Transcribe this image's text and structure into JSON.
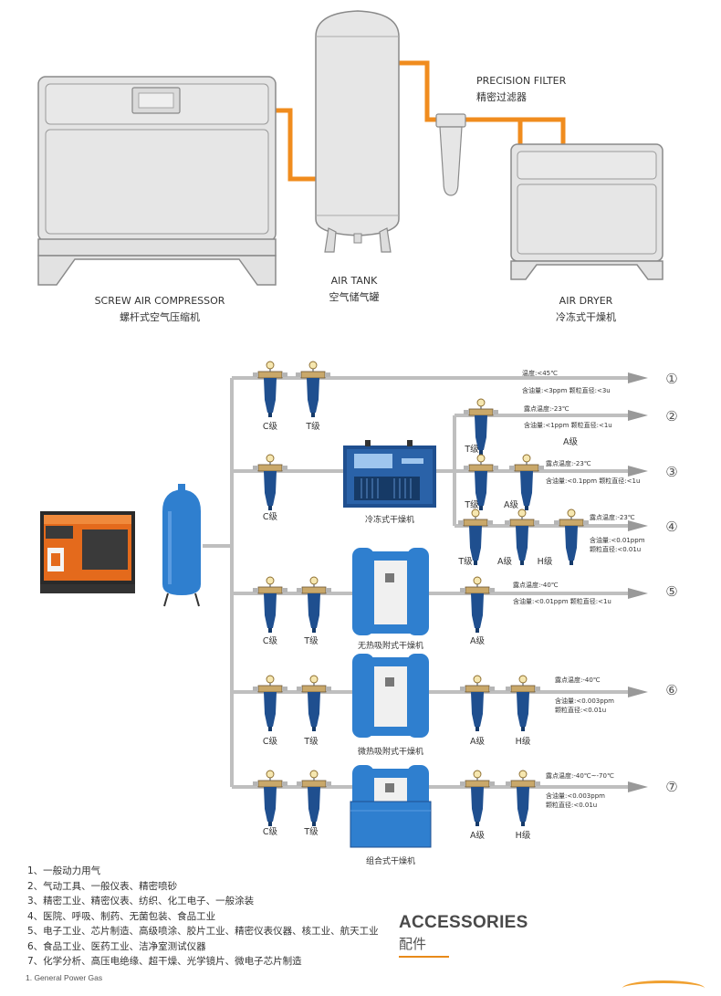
{
  "top_system": {
    "compressor": {
      "en": "SCREW AIR COMPRESSOR",
      "cn": "螺杆式空气压缩机"
    },
    "tank": {
      "en": "AIR TANK",
      "cn": "空气储气罐"
    },
    "filter": {
      "en": "PRECISION FILTER",
      "cn": "精密过滤器"
    },
    "dryer": {
      "en": "AIR DRYER",
      "cn": "冷冻式干燥机"
    },
    "pipe_color": "#f08c1e"
  },
  "flow": {
    "colors": {
      "filter_blue": "#1f4f8f",
      "dryer_blue": "#2f7fcf",
      "compressor_orange": "#e46a1c",
      "pipe_gray": "#bfbfbf",
      "arrow_gray": "#999999"
    },
    "lines": [
      {
        "num": "①",
        "filters": [
          "C级",
          "T级"
        ],
        "specs": [
          "温度:<45℃",
          "含油量:<3ppm  颗粒直径:<3u"
        ]
      },
      {
        "num": "②",
        "filters": [
          "T级"
        ],
        "specs": [
          "露点温度:-23℃",
          "含油量:<1ppm  颗粒直径:<1u"
        ],
        "extra_label": "A级"
      },
      {
        "num": "③",
        "filters": [
          "C级"
        ],
        "specs": [
          "露点温度:-23℃",
          "含油量:<0.1ppm  颗粒直径:<1u"
        ],
        "branch_filters": [
          "T级",
          "A级"
        ]
      },
      {
        "num": "④",
        "filters": [
          "T级",
          "A级",
          "H级"
        ],
        "specs": [
          "露点温度:-23℃",
          "含油量:<0.01ppm",
          "颗粒直径:<0.01u"
        ]
      },
      {
        "num": "⑤",
        "filters": [
          "C级",
          "T级",
          "A级"
        ],
        "specs": [
          "露点温度:-40℃",
          "含油量:<0.01ppm  颗粒直径:<1u"
        ]
      },
      {
        "num": "⑥",
        "filters": [
          "C级",
          "T级",
          "A级",
          "H级"
        ],
        "specs": [
          "露点温度:-40℃",
          "含油量:<0.003ppm",
          "颗粒直径:<0.01u"
        ]
      },
      {
        "num": "⑦",
        "filters": [
          "C级",
          "T级",
          "A级",
          "H级"
        ],
        "specs": [
          "露点温度:-40℃~-70℃",
          "含油量:<0.003ppm",
          "颗粒直径:<0.01u"
        ]
      }
    ],
    "dryers": {
      "refrigerated": "冷冻式干燥机",
      "heatless": "无热吸附式干燥机",
      "micro_heat": "微热吸附式干燥机",
      "combined": "组合式干燥机"
    }
  },
  "usage": [
    "1、一般动力用气",
    "2、气动工具、一般仪表、精密喷砂",
    "3、精密工业、精密仪表、纺织、化工电子、一般涂装",
    "4、医院、呼吸、制药、无菌包装、食品工业",
    "5、电子工业、芯片制造、高级喷涂、胶片工业、精密仪表仪器、核工业、航天工业",
    "6、食品工业、医药工业、洁净室测试仪器",
    "7、化学分析、高压电绝缘、超干燥、光学镜片、微电子芯片制造"
  ],
  "accessories": {
    "title": "ACCESSORIES",
    "subtitle": "配件"
  },
  "footnote": "1. General Power Gas"
}
